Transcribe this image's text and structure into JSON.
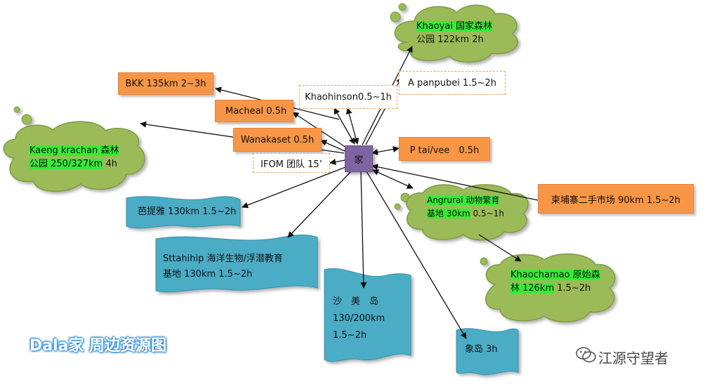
{
  "home": {
    "label": "家"
  },
  "nodes": {
    "bkk": "BKK 135km 2~3h",
    "macheal": "Macheal 0.5h",
    "wanakaset": "Wanakaset 0.5h",
    "ifom": "IFOM 团队 15’",
    "khaohinson": "Khaohinson0.5~1h",
    "apanpubei": "A panpubei 1.5~2h",
    "ptaivee": "P tai/vee　0.5h",
    "market": "柬埔寨二手市场 90km 1.5~2h",
    "khaoyai_hl": "Khaoyai 国家森林",
    "khaoyai_rest": "公园 122km 2h",
    "kaeng_hl": "Kaeng krachan 森林",
    "kaeng_hl2": "公园 250/327km",
    "kaeng_rest": " 4h",
    "angrurai_hl": "Angrurai 动物繁育",
    "angrurai_hl2": "基地 30km",
    "angrurai_rest": " 0.5~1h",
    "khaochamao_hl": "Khaochamao 原始森",
    "khaochamao_hl2": "林 126km",
    "khaochamao_rest": " 1.5~2h",
    "pattaya": "芭提雅 130km 1.5~2h",
    "sttahihip_1": "Sttahihip 海洋生物/浮潜教育",
    "sttahihip_2": "基地 130km 1.5~2h",
    "shamei_1": "沙　美　岛",
    "shamei_2": "130/200km",
    "shamei_3": "1.5~2h",
    "xiangdao": "象岛 3h"
  },
  "title": "Dala家 周边资源图",
  "watermark": "江源守望者",
  "colors": {
    "orange": "#f79646",
    "cloud": "#9bbb59",
    "banner": "#4bacc6",
    "home": "#8064a2",
    "highlight": "#33ee33",
    "dashed_border": "#f0a060"
  }
}
